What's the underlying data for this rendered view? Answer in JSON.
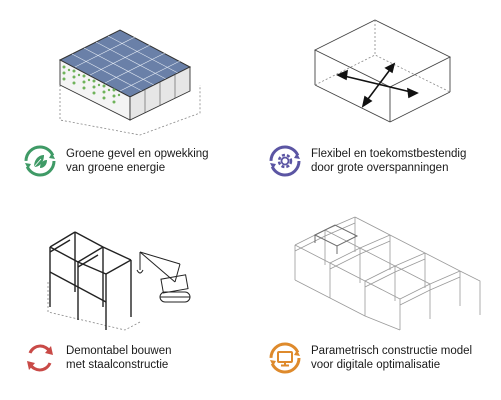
{
  "features": [
    {
      "id": "green",
      "lines": [
        "Groene gevel en opwekking",
        "van groene energie"
      ],
      "color": "#3f9a66",
      "icon": "leaves-icon"
    },
    {
      "id": "flexible",
      "lines": [
        "Flexibel en toekomstbestendig",
        "door grote overspanningen"
      ],
      "color": "#5b55a3",
      "icon": "gear-icon"
    },
    {
      "id": "demountable",
      "lines": [
        "Demontabel bouwen",
        "met staalconstructie"
      ],
      "color": "#c94a47",
      "icon": "cycle-arrows-icon"
    },
    {
      "id": "parametric",
      "lines": [
        "Parametrisch constructie model",
        "voor digitale optimalisatie"
      ],
      "color": "#de8a2c",
      "icon": "monitor-icon"
    }
  ]
}
